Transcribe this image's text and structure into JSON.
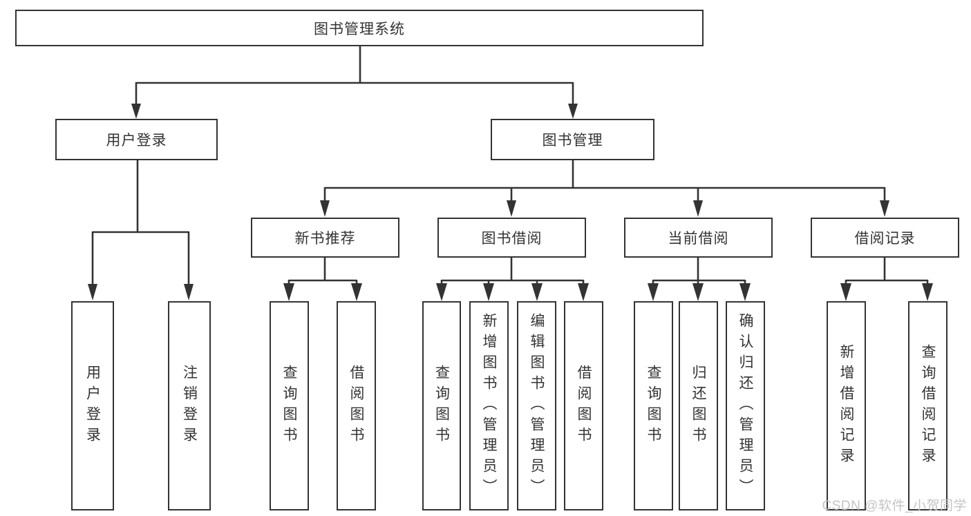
{
  "diagram": {
    "type": "tree",
    "root": {
      "label": "图书管理系统",
      "children": [
        {
          "label": "用户登录",
          "children": [
            {
              "label": "用户登录"
            },
            {
              "label": "注销登录"
            }
          ]
        },
        {
          "label": "图书管理",
          "children": [
            {
              "label": "新书推荐",
              "children": [
                {
                  "label": "查询图书"
                },
                {
                  "label": "借阅图书"
                }
              ]
            },
            {
              "label": "图书借阅",
              "children": [
                {
                  "label": "查询图书"
                },
                {
                  "label": "新增图书（管理员）"
                },
                {
                  "label": "编辑图书（管理员）"
                },
                {
                  "label": "借阅图书"
                }
              ]
            },
            {
              "label": "当前借阅",
              "children": [
                {
                  "label": "查询图书"
                },
                {
                  "label": "归还图书"
                },
                {
                  "label": "确认归还（管理员）"
                }
              ]
            },
            {
              "label": "借阅记录",
              "children": [
                {
                  "label": "新增借阅记录"
                },
                {
                  "label": "查询借阅记录"
                }
              ]
            }
          ]
        }
      ]
    }
  },
  "watermark": {
    "text": "CSDN @软件_小贺同学"
  },
  "colors": {
    "line": "#333333",
    "border": "#333333",
    "text": "#333333",
    "background": "#ffffff",
    "watermark": "#c4c4c4"
  }
}
